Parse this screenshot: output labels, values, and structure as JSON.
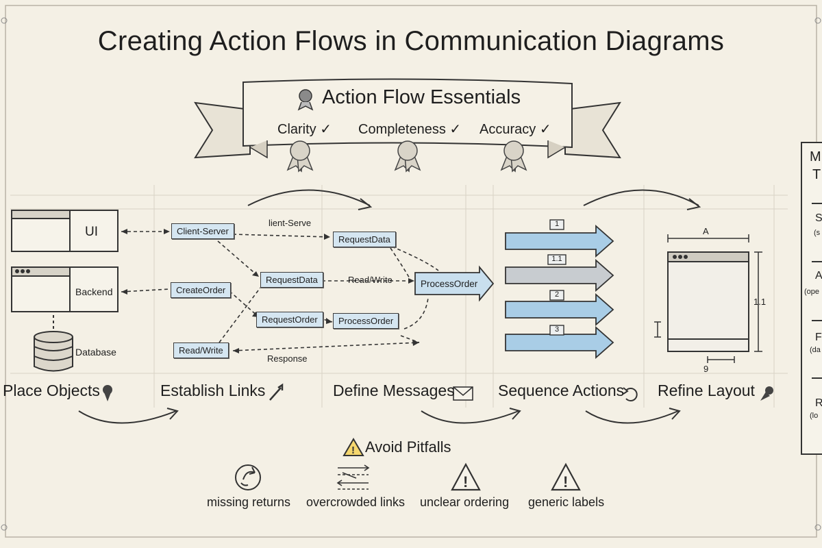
{
  "title": "Creating Action Flows in Communication Diagrams",
  "banner": {
    "title": "Action Flow Essentials",
    "essentials": [
      "Clarity",
      "Completeness",
      "Accuracy"
    ]
  },
  "steps": [
    {
      "label": "Place Objects",
      "icon": "pin-icon"
    },
    {
      "label": "Establish Links",
      "icon": "link-icon"
    },
    {
      "label": "Define Messages",
      "icon": "envelope-icon"
    },
    {
      "label": "Sequence Actions",
      "icon": "cycle-icon"
    },
    {
      "label": "Refine Layout",
      "icon": "pin-icon"
    }
  ],
  "objects": {
    "ui": "UI",
    "backend": "Backend",
    "database": "Database"
  },
  "links": {
    "nodes": [
      "Client-Server",
      "CreateOrder",
      "Read/Write"
    ],
    "mid_nodes": [
      "RequestData",
      "RequestOrder"
    ],
    "labels": [
      "lient-Serve",
      "Read/Write",
      "Response"
    ]
  },
  "messages": {
    "nodes": [
      "RequestData",
      "ProcessOrder",
      "ProcessOrder"
    ]
  },
  "sequence": {
    "numbers": [
      "1",
      "1.1",
      "2",
      "3"
    ]
  },
  "layout": {
    "dims": [
      "A",
      "1.1",
      "9"
    ]
  },
  "sidebar": {
    "header": [
      "M",
      "T"
    ],
    "items": [
      "S",
      "(s",
      "A",
      "(ope",
      "F",
      "(da",
      "R",
      "(lo"
    ]
  },
  "pitfalls": {
    "title": "Avoid Pitfalls",
    "items": [
      "missing returns",
      "overcrowded links",
      "unclear ordering",
      "generic labels"
    ]
  },
  "colors": {
    "background": "#f4f0e5",
    "node_fill": "#d5e6f1",
    "arrow_fill": "#a9cde6",
    "ink": "#1e1e1e"
  }
}
